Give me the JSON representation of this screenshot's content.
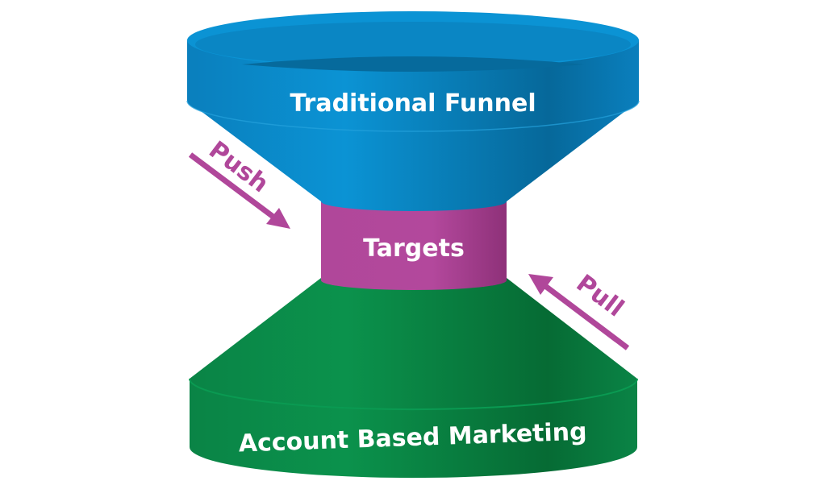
{
  "diagram": {
    "top_label": "Traditional Funnel",
    "middle_label": "Targets",
    "bottom_label": "Account Based Marketing",
    "push_label": "Push",
    "pull_label": "Pull"
  },
  "colors": {
    "blue": "#0a8fd0",
    "blue_dark": "#056a9a",
    "purple": "#b0479a",
    "purple_dark": "#8e3179",
    "green": "#0b8f4a",
    "green_dark": "#076d35",
    "arrow": "#b0479a"
  }
}
